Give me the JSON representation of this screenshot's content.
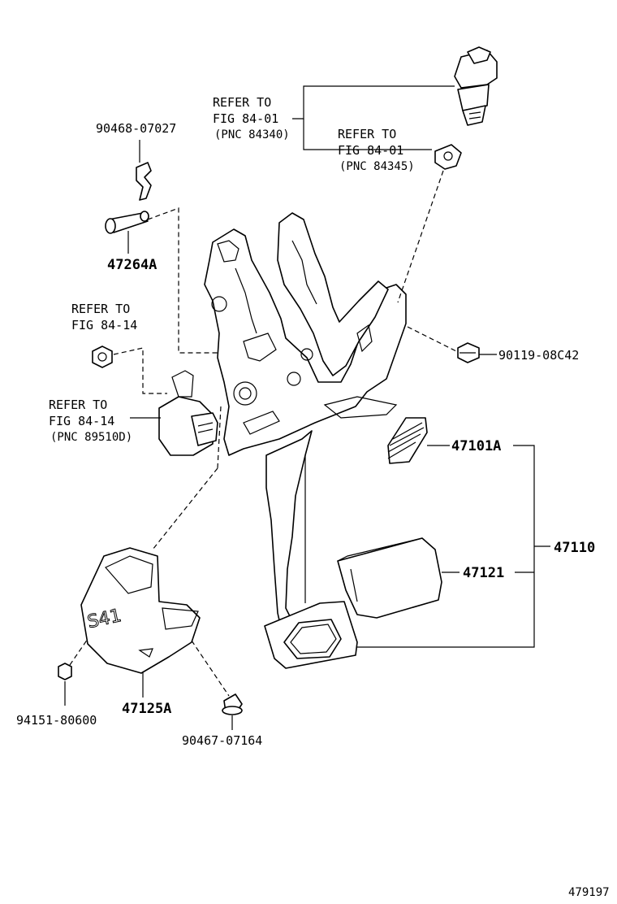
{
  "refs": {
    "ref_84_01_a": {
      "line1": "REFER TO",
      "line2": "FIG 84-01",
      "line3": "(PNC 84340)"
    },
    "ref_84_01_b": {
      "line1": "REFER TO",
      "line2": "FIG 84-01",
      "line3": "(PNC 84345)"
    },
    "ref_84_14_a": {
      "line1": "REFER TO",
      "line2": "FIG 84-14"
    },
    "ref_84_14_b": {
      "line1": "REFER TO",
      "line2": "FIG 84-14",
      "line3": "(PNC 89510D)"
    }
  },
  "parts": {
    "clip": "90468-07027",
    "pin": "47264A",
    "bolt": "90119-08C42",
    "spring": "47101A",
    "assembly": "47110",
    "pad": "47121",
    "cover": "47125A",
    "nut": "94151-80600",
    "screw": "90467-07164"
  },
  "cover_marking": "S41",
  "figure_id": "479197"
}
